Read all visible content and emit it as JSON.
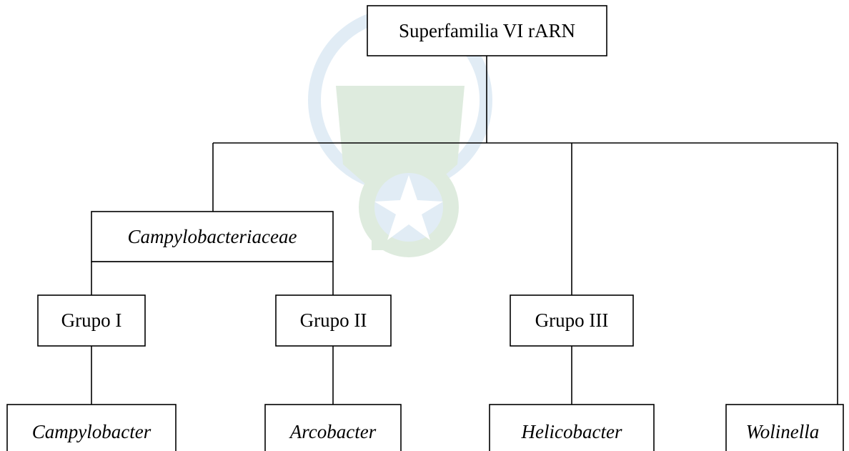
{
  "diagram": {
    "root": {
      "label": "Superfamilia VI rARN"
    },
    "family": {
      "label": "Campylobacteriaceae"
    },
    "groups": [
      {
        "label": "Grupo I"
      },
      {
        "label": "Grupo II"
      },
      {
        "label": "Grupo III"
      }
    ],
    "genera": [
      {
        "label": "Campylobacter"
      },
      {
        "label": "Arcobacter"
      },
      {
        "label": "Helicobacter"
      },
      {
        "label": "Wolinella"
      }
    ]
  },
  "colors": {
    "line": "#000000",
    "box_fill": "#ffffff",
    "watermark_green": "#3a8a3a",
    "watermark_blue": "#4a90c8"
  }
}
